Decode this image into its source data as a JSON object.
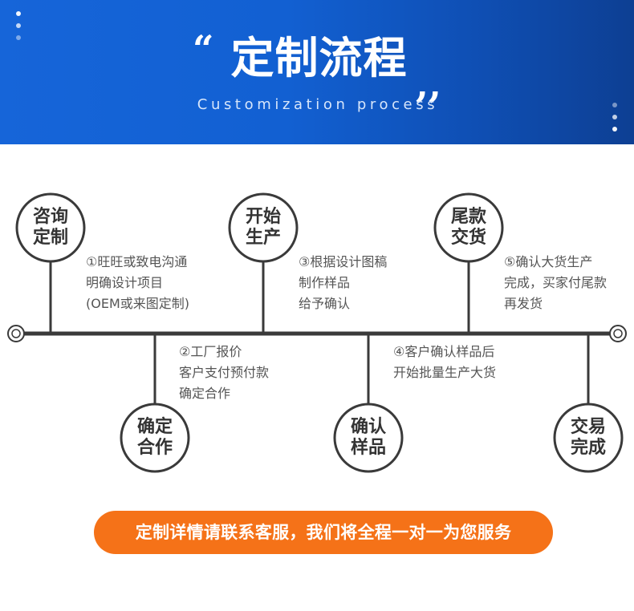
{
  "header": {
    "quote_open": "“",
    "title": "定制流程",
    "quote_close": ",,",
    "subtitle": "Customization process"
  },
  "steps": [
    {
      "circle_line1": "咨询",
      "circle_line2": "定制",
      "text": [
        "①旺旺或致电沟通",
        "明确设计项目",
        "(OEM或来图定制)"
      ]
    },
    {
      "circle_line1": "确定",
      "circle_line2": "合作",
      "text": [
        "②工厂报价",
        "客户支付预付款",
        "确定合作"
      ]
    },
    {
      "circle_line1": "开始",
      "circle_line2": "生产",
      "text": [
        "③根据设计图稿",
        "制作样品",
        "给予确认"
      ]
    },
    {
      "circle_line1": "确认",
      "circle_line2": "样品",
      "text": [
        "④客户确认样品后",
        "开始批量生产大货"
      ]
    },
    {
      "circle_line1": "尾款",
      "circle_line2": "交货",
      "text": [
        "⑤确认大货生产",
        "完成，买家付尾款",
        "再发货"
      ]
    },
    {
      "circle_line1": "交易",
      "circle_line2": "完成",
      "text": []
    }
  ],
  "cta": {
    "label": "定制详情请联系客服，我们将全程一对一为您服务"
  },
  "colors": {
    "header_blue": "#1260d2",
    "line": "#3a3a3a",
    "cta_orange": "#f57218"
  }
}
